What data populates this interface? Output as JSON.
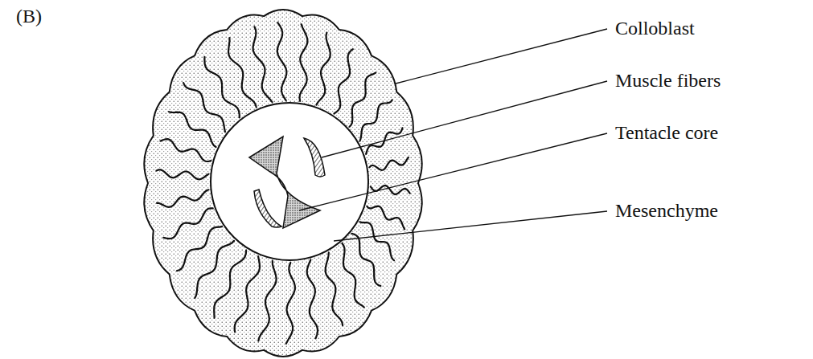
{
  "diagram": {
    "labels": [
      "(B)",
      "Colloblast",
      "Muscle fibers",
      "Tentacle core",
      "Mesenchyme"
    ]
  }
}
